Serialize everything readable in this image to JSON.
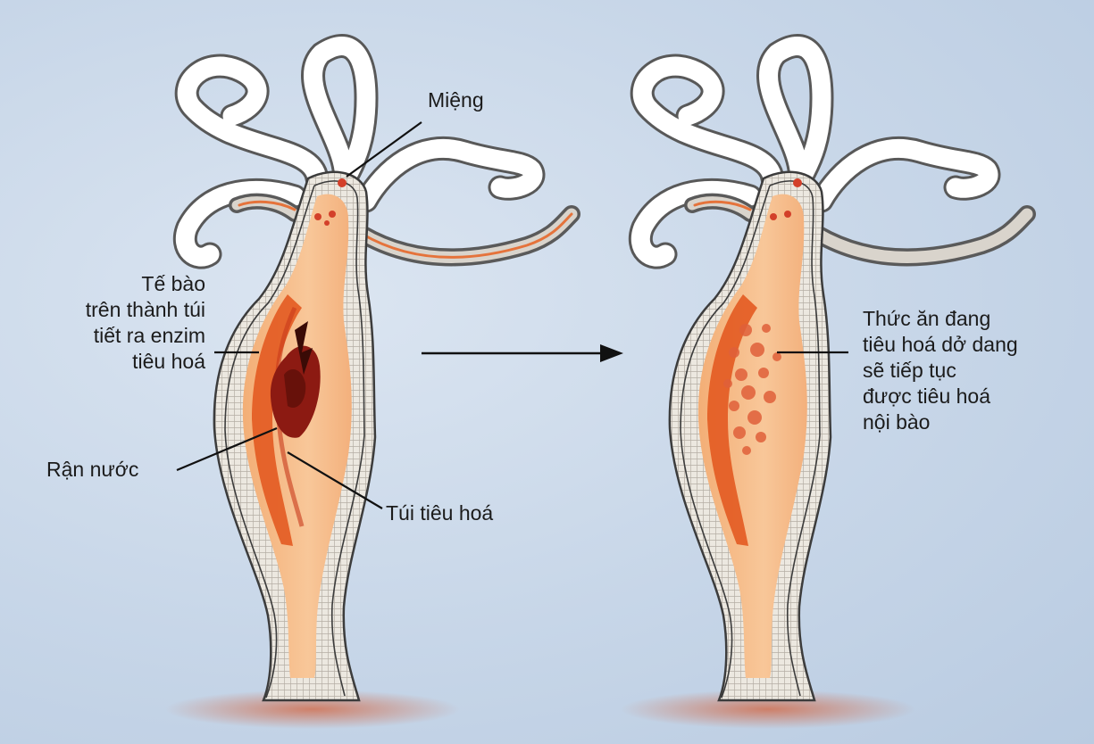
{
  "labels": {
    "mouth": "Miệng",
    "cells": "Tế bào\ntrên thành túi\ntiết ra enzim\ntiêu hoá",
    "prey": "Rận nước",
    "gut": "Túi tiêu hoá",
    "food": "Thức ăn đang\ntiêu hoá dở dang\nsẽ tiếp tục\nđược tiêu hoá\nnội bào"
  },
  "colors": {
    "background": "#c9d7e8",
    "body_wall": "#e9e6df",
    "gut_cavity": "#f6bd8a",
    "digestive_lining": "#e2571f",
    "prey": "#8c1a12",
    "tentacle": "#ffffff"
  }
}
